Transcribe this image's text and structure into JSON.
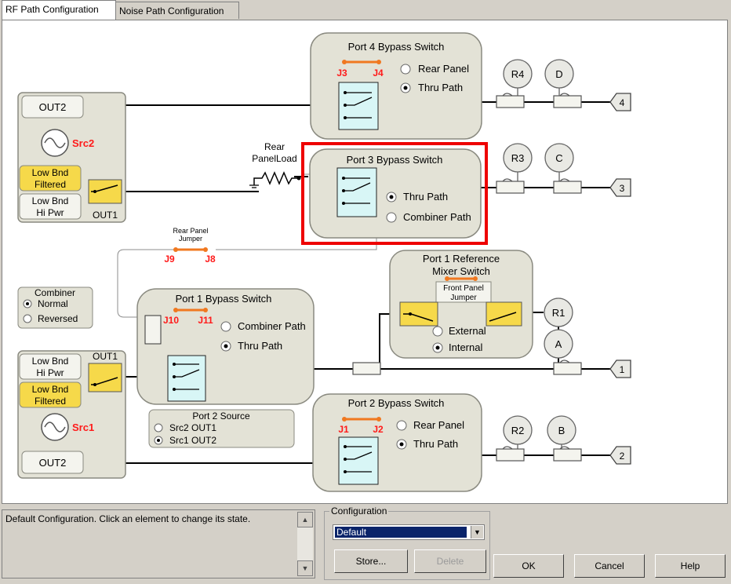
{
  "tabs": [
    "RF Path Configuration",
    "Noise Path Configuration"
  ],
  "colors": {
    "switch_panel": "#e3e2d6",
    "switch_yellow": "#f6d94a",
    "switch_cyan": "#d8f6f6",
    "port_label_red": "#ff1a1a",
    "jumper_orange": "#f07820",
    "highlight": "#ee0000"
  },
  "src2": {
    "out2": "OUT2",
    "name": "Src2",
    "low_filtered": [
      "Low Bnd",
      "Filtered"
    ],
    "low_hipwr": [
      "Low Bnd",
      "Hi Pwr"
    ],
    "out1": "OUT1"
  },
  "src1": {
    "out2": "OUT2",
    "name": "Src1",
    "low_filtered": [
      "Low Bnd",
      "Filtered"
    ],
    "low_hipwr": [
      "Low Bnd",
      "Hi Pwr"
    ],
    "out1": "OUT1"
  },
  "port4": {
    "title": "Port 4 Bypass Switch",
    "j_left": "J3",
    "j_right": "J4",
    "opt1": "Rear Panel",
    "opt2": "Thru Path",
    "selected": "Thru Path"
  },
  "port3": {
    "title": "Port 3 Bypass Switch",
    "opt1": "Thru Path",
    "opt2": "Combiner Path",
    "selected": "Thru Path"
  },
  "port1": {
    "title": "Port 1 Bypass Switch",
    "j_left": "J10",
    "j_right": "J11",
    "opt1": "Combiner Path",
    "opt2": "Thru Path",
    "selected": "Thru Path"
  },
  "port2": {
    "title": "Port 2 Bypass Switch",
    "j_left": "J1",
    "j_right": "J2",
    "opt1": "Rear Panel",
    "opt2": "Thru Path",
    "selected": "Thru Path"
  },
  "port1_ref": {
    "title": [
      "Port 1 Reference",
      "Mixer Switch"
    ],
    "jumper": [
      "Front Panel",
      "Jumper"
    ],
    "opt1": "External",
    "opt2": "Internal",
    "selected": "Internal"
  },
  "rear_jumper": {
    "label": [
      "Rear Panel",
      "Jumper"
    ],
    "j_left": "J9",
    "j_right": "J8"
  },
  "rear_panel_load": [
    "Rear",
    "PanelLoad"
  ],
  "combiner": {
    "title": "Combiner",
    "opt1": "Normal",
    "opt2": "Reversed",
    "selected": "Normal"
  },
  "port2_source": {
    "title": "Port 2 Source",
    "opt1": "Src2 OUT1",
    "opt2": "Src1 OUT2",
    "selected": "Src1 OUT2"
  },
  "receivers": [
    "R4",
    "D",
    "R3",
    "C",
    "R1",
    "A",
    "R2",
    "B"
  ],
  "ports": [
    "4",
    "3",
    "1",
    "2"
  ],
  "status_text": "Default Configuration. Click an element to change its state.",
  "configuration": {
    "label": "Configuration",
    "value": "Default",
    "store": "Store...",
    "delete": "Delete"
  },
  "buttons": {
    "ok": "OK",
    "cancel": "Cancel",
    "help": "Help"
  }
}
